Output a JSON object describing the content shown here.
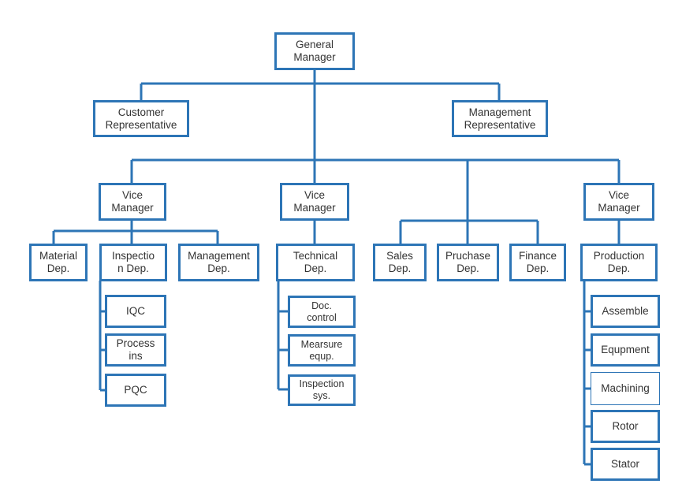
{
  "org": {
    "general_manager": "General\nManager",
    "customer_rep": "Customer\nRepresentative",
    "management_rep": "Management\nRepresentative",
    "vice_manager_1": "Vice\nManager",
    "vice_manager_2": "Vice\nManager",
    "vice_manager_3": "Vice\nManager",
    "material_dep": "Material\nDep.",
    "inspection_dep": "Inspectio\nn Dep.",
    "management_dep": "Management\nDep.",
    "technical_dep": "Technical\nDep.",
    "sales_dep": "Sales\nDep.",
    "purchase_dep": "Pruchase\nDep.",
    "finance_dep": "Finance\nDep.",
    "production_dep": "Production\nDep.",
    "iqc": "IQC",
    "process_ins": "Process\nins",
    "pqc": "PQC",
    "doc_control": "Doc.\ncontrol",
    "measure_equp": "Mearsure\nequp.",
    "inspection_sys": "Inspection\nsys.",
    "assemble": "Assemble",
    "equpment": "Equpment",
    "machining": "Machining",
    "rotor": "Rotor",
    "stator": "Stator"
  },
  "colors": {
    "line": "#2d75b6",
    "text": "#333333"
  }
}
